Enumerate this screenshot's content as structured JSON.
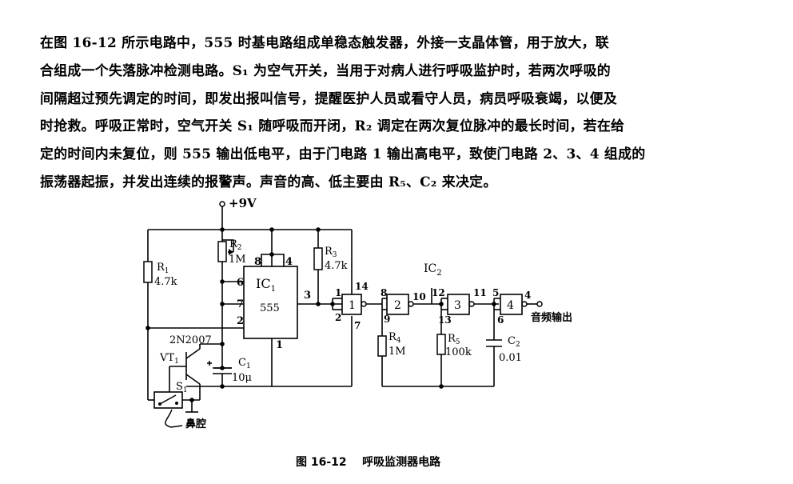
{
  "paragraph": {
    "lines": [
      "在图 16-12 所示电路中，555 时基电路组成单稳态触发器，外接一支晶体管，用于放大，联",
      "合组成一个失落脉冲检测电路。S₁ 为空气开关，当用于对病人进行呼吸监护时，若两次呼吸的",
      "间隔超过预先调定的时间，即发出报叫信号，提醒医护人员或看守人员，病员呼吸衰竭，以便及",
      "时抢救。呼吸正常时，空气开关 S₁ 随呼吸而开闭，R₂ 调定在两次复位脉冲的最长时间，若在给",
      "定的时间内未复位，则 555 输出低电平，由于门电路 1 输出高电平，致使门电路 2、3、4 组成的",
      "振荡器起振，并发出连续的报警声。声音的高、低主要由 R₅、C₂ 来决定。"
    ]
  },
  "circuit": {
    "supply": "+9V",
    "R1": {
      "name": "R",
      "sub": "1",
      "value": "4.7k"
    },
    "R2": {
      "name": "R",
      "sub": "2",
      "value": "1M"
    },
    "R3": {
      "name": "R",
      "sub": "3",
      "value": "4.7k"
    },
    "R4": {
      "name": "R",
      "sub": "4",
      "value": "1M"
    },
    "R5": {
      "name": "R",
      "sub": "5",
      "value": "100k"
    },
    "C1": {
      "name": "C",
      "sub": "1",
      "value": "10μ"
    },
    "C2": {
      "name": "C",
      "sub": "2",
      "value": "0.01"
    },
    "IC1": {
      "name": "IC",
      "sub": "1",
      "chip": "555"
    },
    "IC2": {
      "name": "IC",
      "sub": "2"
    },
    "transistor": {
      "model": "2N2007",
      "name": "VT",
      "sub": "1"
    },
    "switch": {
      "name": "S",
      "sub": "1",
      "label": "鼻腔"
    },
    "output_label": "音频输出",
    "pins_555": {
      "p8": "8",
      "p4": "4",
      "p6": "6",
      "p7": "7",
      "p2": "2",
      "p3": "3",
      "p1": "1"
    },
    "gates": {
      "g1": {
        "label": "1",
        "pin_in_a": "1",
        "pin_in_b": "2",
        "pin_out": "7",
        "pin_top": "14"
      },
      "g2": {
        "label": "2",
        "pin_in_a": "8",
        "pin_in_b": "9",
        "pin_out": "10"
      },
      "g3": {
        "label": "3",
        "pin_in_a": "12",
        "pin_in_b": "13",
        "pin_out": "11"
      },
      "g4": {
        "label": "4",
        "pin_in_a": "5",
        "pin_in_b": "6",
        "pin_out": "4"
      }
    }
  },
  "caption": {
    "fig": "图 16-12",
    "title": "呼吸监测器电路"
  }
}
